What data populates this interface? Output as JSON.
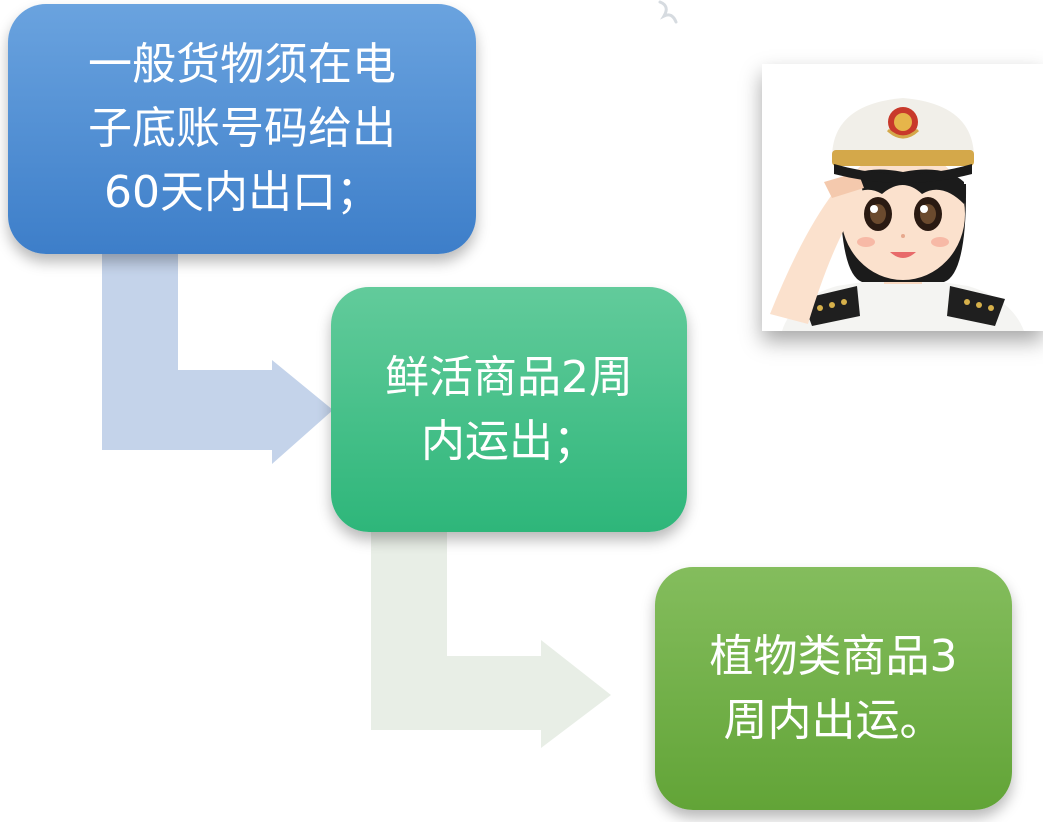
{
  "flow": {
    "step1": {
      "line1": "一般货物须在电",
      "line2": "子底账号码给出",
      "line3": "60天内出口；"
    },
    "step2": {
      "line1": "鲜活商品2周",
      "line2": "内运出；"
    },
    "step3": {
      "line1": "植物类商品3",
      "line2": "周内出运。"
    }
  },
  "colors": {
    "step1": "#4a8bd2",
    "step2": "#3fc087",
    "step3": "#72b048",
    "arrow1": "#c4d3ea",
    "arrow2": "#e8eee6"
  },
  "illustration": {
    "icon": "customs-officer-salute-icon"
  }
}
